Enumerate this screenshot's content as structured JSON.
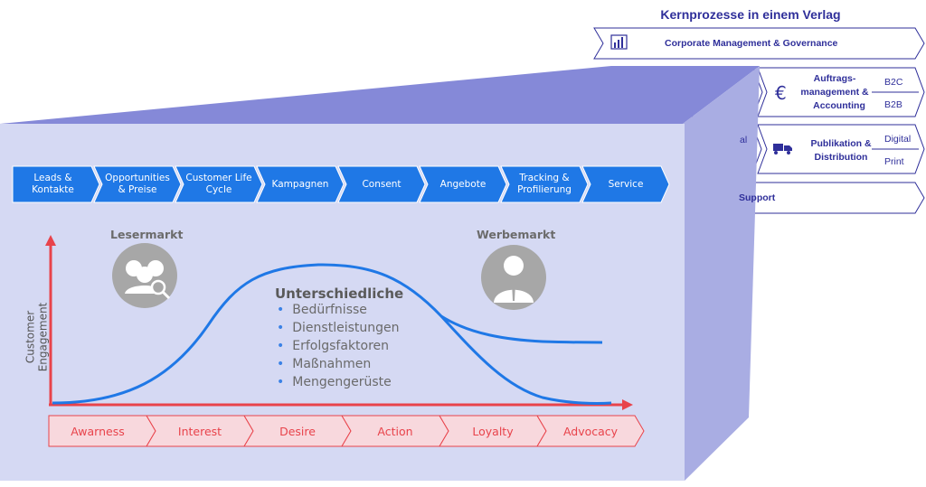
{
  "header": {
    "title": "Kernprozesse in einem Verlag"
  },
  "corporate": {
    "label": "Corporate Management & Governance",
    "icon": "bar-chart-icon"
  },
  "auftrag": {
    "label1": "Auftrags-",
    "label2": "management &",
    "label3": "Accounting",
    "b2c": "B2C",
    "b2b": "B2B",
    "icon": "euro-icon"
  },
  "publikation": {
    "label1": "Publikation &",
    "label2": "Distribution",
    "digital": "Digital",
    "print": "Print",
    "icon": "truck-icon"
  },
  "partial": {
    "support": "Support",
    "al": "al"
  },
  "process": [
    {
      "label": "Leads & Kontakte"
    },
    {
      "label": "Opportunities & Preise"
    },
    {
      "label": "Customer Life Cycle"
    },
    {
      "label": "Kampagnen"
    },
    {
      "label": "Consent"
    },
    {
      "label": "Angebote"
    },
    {
      "label": "Tracking & Profilierung"
    },
    {
      "label": "Service"
    }
  ],
  "markets": {
    "left": "Lesermarkt",
    "right": "Werbemarkt"
  },
  "ylabel": "Customer Engagement",
  "center": {
    "title": "Unterschiedliche",
    "bullets": [
      "Bedürfnisse",
      "Dienstleistungen",
      "Erfolgsfaktoren",
      "Maßnahmen",
      "Mengengerüste"
    ]
  },
  "stages": [
    "Awarness",
    "Interest",
    "Desire",
    "Action",
    "Loyalty",
    "Advocacy"
  ],
  "colors": {
    "brand": "#2f2f9a",
    "process": "#1f78e6",
    "accent": "#e8434b",
    "curve": "#1f78e6",
    "panel": "#d5d9f3"
  }
}
